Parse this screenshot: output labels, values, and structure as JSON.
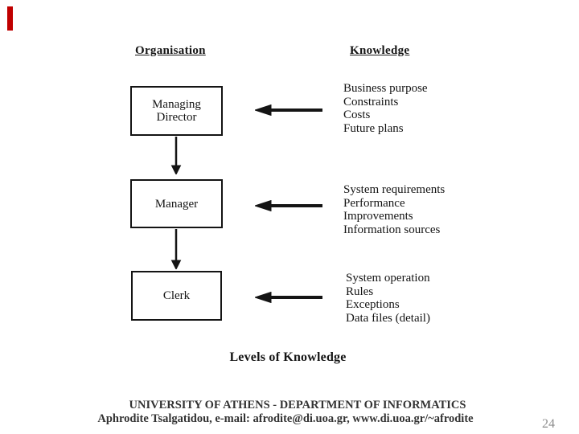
{
  "accent": {
    "color": "#c00000"
  },
  "diagram": {
    "org_heading": "Organisation",
    "knowledge_heading": "Knowledge",
    "levels": [
      {
        "box_lines": [
          "Managing",
          "Director"
        ],
        "knowledge_items": [
          "Business purpose",
          "Constraints",
          "Costs",
          "Future plans"
        ]
      },
      {
        "box_lines": [
          "Manager"
        ],
        "knowledge_items": [
          "System requirements",
          "Performance",
          "Improvements",
          "Information sources"
        ]
      },
      {
        "box_lines": [
          "Clerk"
        ],
        "knowledge_items": [
          "System operation",
          "Rules",
          "Exceptions",
          "Data files (detail)"
        ]
      }
    ],
    "caption": "Levels of Knowledge"
  },
  "footer": {
    "line1": "UNIVERSITY OF ATHENS - DEPARTMENT OF INFORMATICS",
    "line2": "Aphrodite Tsalgatidou, e-mail: afrodite@di.uoa.gr, www.di.uoa.gr/~afrodite",
    "page_number": "24"
  }
}
